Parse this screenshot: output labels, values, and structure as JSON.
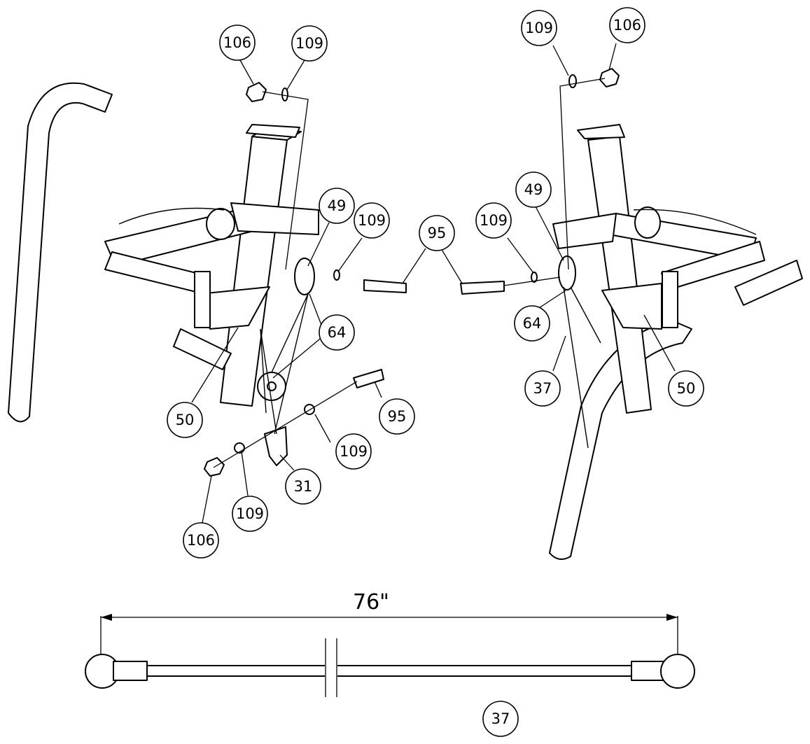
{
  "callouts": {
    "left_top_106": "106",
    "left_top_109": "109",
    "left_49": "49",
    "left_109_mid": "109",
    "left_95_mid": "95",
    "left_64": "64",
    "left_50": "50",
    "left_95_low": "95",
    "left_109_low": "109",
    "left_31": "31",
    "left_109_bottom": "109",
    "left_106_bottom": "106",
    "right_top_109": "109",
    "right_top_106": "106",
    "right_49": "49",
    "right_109_mid": "109",
    "right_64": "64",
    "right_37": "37",
    "right_50": "50",
    "cable_37": "37"
  },
  "dimension": {
    "length_label": "76\""
  }
}
